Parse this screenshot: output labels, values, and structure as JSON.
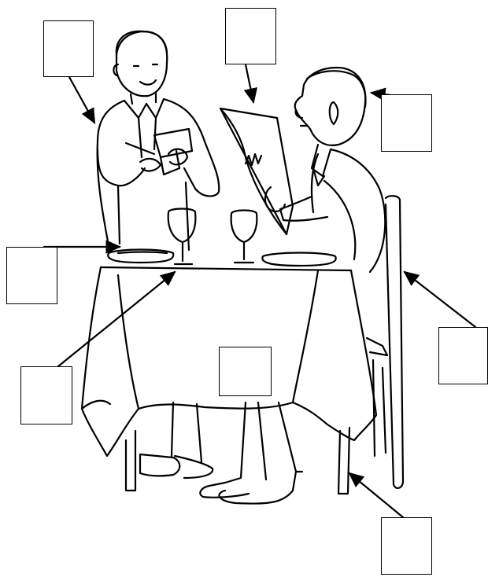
{
  "worksheet": {
    "label_boxes": [
      {
        "id": "waiter",
        "points_to": "waiter",
        "answer": ""
      },
      {
        "id": "menu",
        "points_to": "menu",
        "answer": ""
      },
      {
        "id": "customer",
        "points_to": "customer",
        "answer": ""
      },
      {
        "id": "plate",
        "points_to": "plate",
        "answer": ""
      },
      {
        "id": "chair",
        "points_to": "chair",
        "answer": ""
      },
      {
        "id": "table",
        "points_to": "table",
        "answer": ""
      },
      {
        "id": "tablecloth",
        "points_to": "tablecloth",
        "answer": ""
      },
      {
        "id": "leg",
        "points_to": "table leg",
        "answer": ""
      }
    ]
  },
  "colors": {
    "line": "#000000",
    "paper": "#ffffff"
  }
}
